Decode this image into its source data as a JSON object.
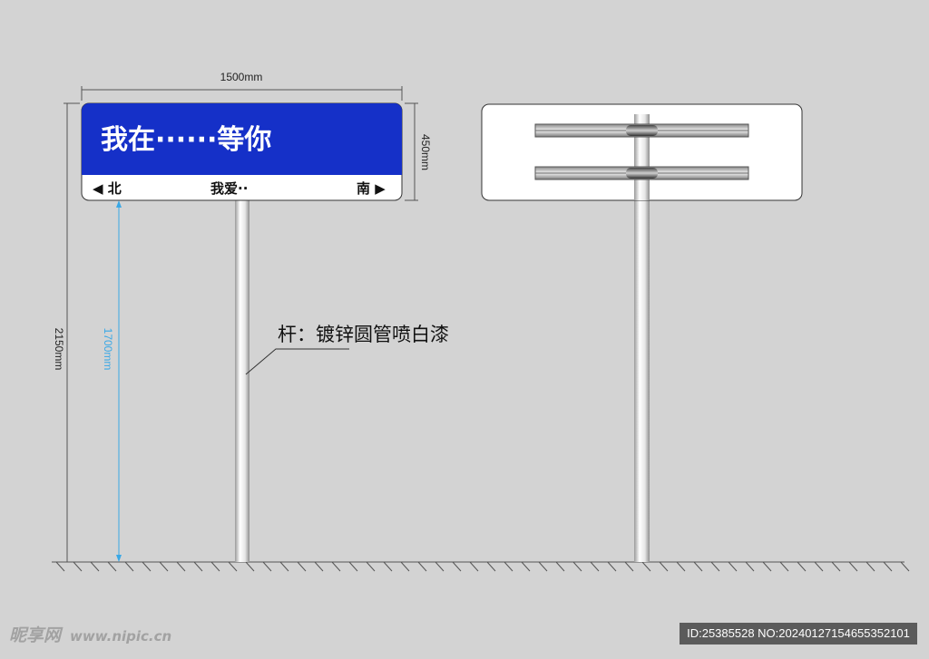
{
  "dimensions": {
    "width": "1500mm",
    "height": "450mm",
    "total_height": "2150mm",
    "clearance": "1700mm"
  },
  "sign": {
    "main_text": "我在······等你",
    "left_label": "◀ 北",
    "middle_label": "我爱··",
    "right_label": "南 ▶",
    "colors": {
      "panel": "#1530c8",
      "strip": "#ffffff"
    }
  },
  "annotation": "杆：镀锌圆管喷白漆",
  "watermark": {
    "logo": "昵享网",
    "url": "www.nipic.cn"
  },
  "image_id": "ID:25385528 NO:20240127154655352101"
}
